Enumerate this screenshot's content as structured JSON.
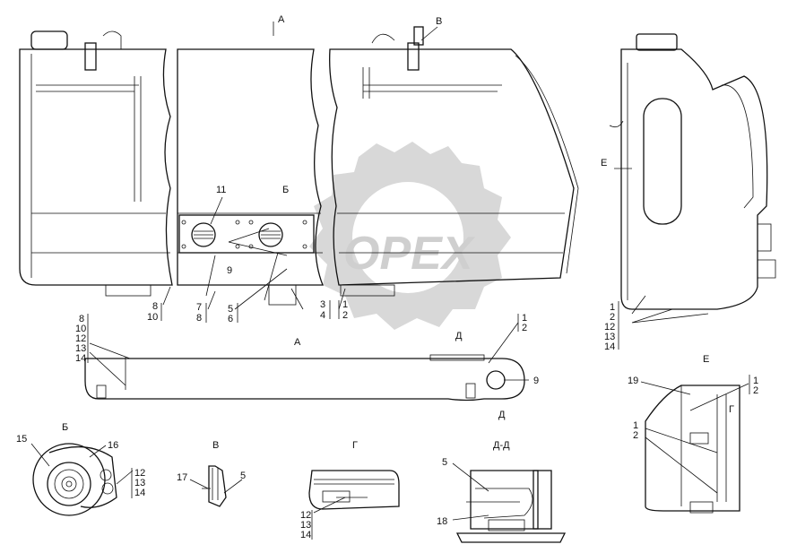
{
  "views": {
    "a_arrow": "А",
    "v_arrow": "В",
    "e_arrow": "Е",
    "d_arrow_top": "Д",
    "d_arrow_bottom": "Д",
    "g_arrow": "Г",
    "b_cut": "Б",
    "a_title": "А",
    "e_title": "Е",
    "b_title": "Б",
    "v_title": "В",
    "g_title": "Г",
    "dd_title": "Д-Д"
  },
  "callouts": {
    "c11": "11",
    "c9a": "9",
    "c8a": "8",
    "c10a": "10",
    "c7": "7",
    "c8b": "8",
    "c5a": "5",
    "c6": "6",
    "c3": "3",
    "c4": "4",
    "c1a": "1",
    "c2a": "2",
    "stackA": [
      "8",
      "10",
      "12",
      "13",
      "14"
    ],
    "c1b": "1",
    "c2b": "2",
    "c9b": "9",
    "stackE": [
      "1",
      "2",
      "12",
      "13",
      "14"
    ],
    "c19": "19",
    "c1c": "1",
    "c2c": "2",
    "c1d": "1",
    "c2d": "2",
    "c15": "15",
    "c16": "16",
    "stackB": [
      "12",
      "13",
      "14"
    ],
    "c17": "17",
    "c5b": "5",
    "stackG": [
      "12",
      "13",
      "14"
    ],
    "c5c": "5",
    "c18": "18"
  },
  "watermark": "OPEX"
}
